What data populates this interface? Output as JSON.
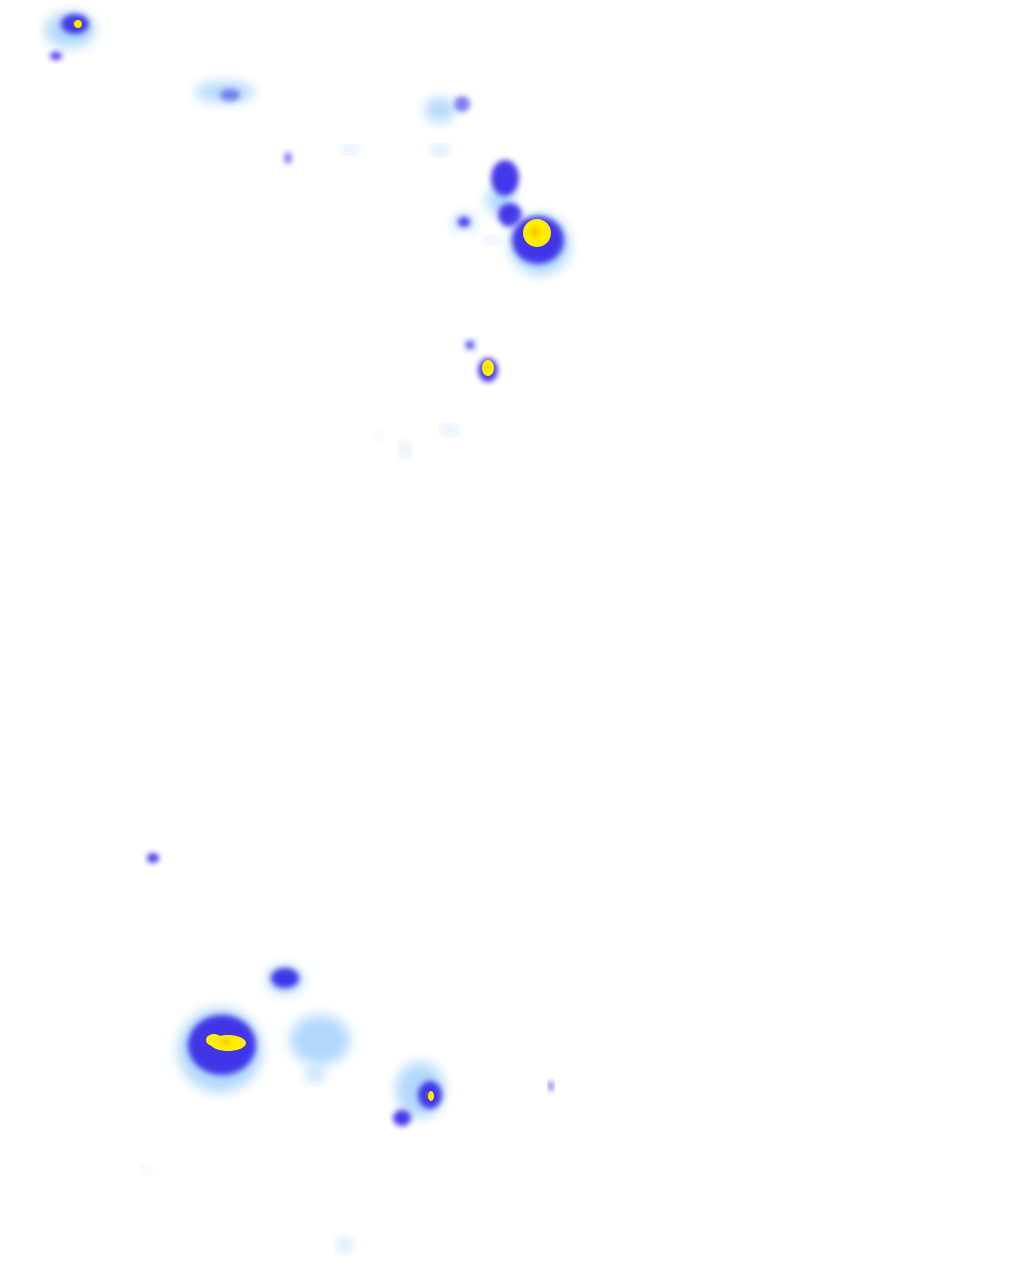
{
  "map": {
    "layer": "precipitation-radar-overlay",
    "color_scale": {
      "light": "#a8d4fb",
      "moderate": "#6f78f0",
      "heavy": "#3a2ee8",
      "intense": "#ffee00",
      "core": "#f5b800"
    },
    "echoes": [
      {
        "level": "heavy",
        "core": "intense"
      },
      {
        "level": "moderate"
      },
      {
        "level": "heavy"
      },
      {
        "level": "heavy",
        "core": "intense"
      },
      {
        "level": "heavy",
        "core": "intense"
      },
      {
        "level": "heavy",
        "core": "intense"
      },
      {
        "level": "heavy",
        "core": "intense"
      },
      {
        "level": "heavy"
      },
      {
        "level": "light"
      }
    ]
  }
}
